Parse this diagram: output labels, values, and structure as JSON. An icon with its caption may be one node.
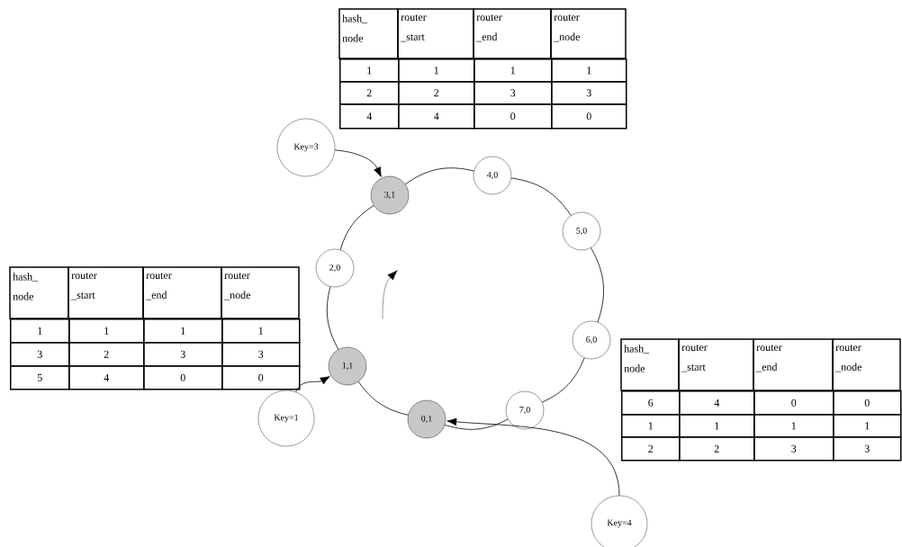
{
  "diagram": {
    "nodes": [
      {
        "text": [
          "Key=3"
        ]
      },
      {
        "text": [
          "3,1"
        ]
      },
      {
        "text": [
          "4,0"
        ]
      },
      {
        "text": [
          "5,0"
        ]
      },
      {
        "text": [
          "2,0"
        ]
      },
      {
        "text": [
          "6,0"
        ]
      },
      {
        "text": [
          "1,1"
        ]
      },
      {
        "text": [
          "Key=1"
        ]
      },
      {
        "text": [
          "7,0"
        ]
      },
      {
        "text": [
          "0,1"
        ]
      },
      {
        "text": [
          "Key=4"
        ]
      }
    ],
    "edges": [
      {
        "from": 0,
        "to": 1,
        "arrow": "to"
      },
      {
        "from": 1,
        "to": 2,
        "arrow": "none"
      },
      {
        "from": 2,
        "to": 3,
        "arrow": "none"
      },
      {
        "from": 3,
        "to": 5,
        "arrow": "none"
      },
      {
        "from": 5,
        "to": 8,
        "arrow": "none"
      },
      {
        "from": 8,
        "to": 9,
        "arrow": "none"
      },
      {
        "from": 9,
        "to": 6,
        "arrow": "none"
      },
      {
        "from": 6,
        "to": 4,
        "arrow": "none"
      },
      {
        "from": 4,
        "to": 1,
        "arrow": "none"
      },
      {
        "from": 7,
        "to": 6,
        "arrow": "to"
      },
      {
        "from": 10,
        "to": 9,
        "arrow": "to"
      }
    ],
    "labels": [
      "hash_ node",
      "router _start",
      "router _end",
      "router _node",
      "1",
      "1",
      "1",
      "1",
      "2",
      "2",
      "3",
      "3",
      "4",
      "4",
      "0",
      "0",
      "hash_ node",
      "router _start",
      "router _end",
      "router _node",
      "1",
      "1",
      "1",
      "1",
      "3",
      "2",
      "3",
      "3",
      "5",
      "4",
      "0",
      "0",
      "hash_ node",
      "router _start",
      "router _end",
      "router _node",
      "6",
      "4",
      "0",
      "0",
      "1",
      "1",
      "1",
      "1",
      "2",
      "2",
      "3",
      "3"
    ]
  }
}
